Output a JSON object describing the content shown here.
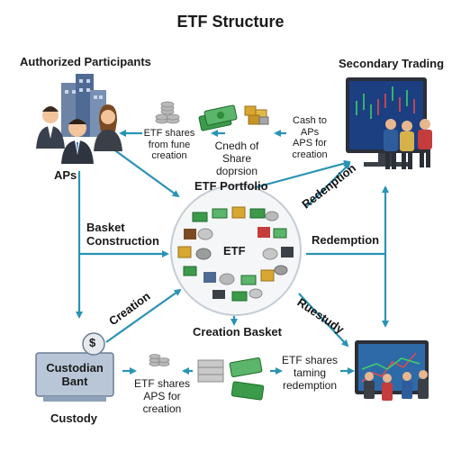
{
  "title": "ETF Structure",
  "nodes": {
    "authorized_participants": {
      "heading": "Authorized Participants",
      "label": "APs"
    },
    "secondary_trading": {
      "heading": "Secondary Trading"
    },
    "etf_portfolio": {
      "heading": "ETF Portfolio",
      "center_label": "ETF"
    },
    "creation_basket": {
      "heading": "Creation Basket"
    },
    "custodian": {
      "box_label": "Custodian\nBant",
      "label": "Custody",
      "coin_symbol": "$"
    }
  },
  "labels": {
    "etf_shares_from": "ETF shares\nfrom fune\ncreation",
    "cnedh_share": "Cnedh of\nShare doprsion",
    "cash_to_aps": "Cash to\nAPs\nAPS for\ncreation",
    "basket_construction": "Basket\nConstruction",
    "redemption_diag": "Redenption",
    "redemption": "Redemption",
    "creation": "Creation",
    "ruestudy": "Ruestudy",
    "etf_shares_aps": "ETF shares\nAPS for\ncreation",
    "etf_shares_taming": "ETF shares\ntaming\nredemption"
  },
  "colors": {
    "arrow": "#2a93b5",
    "building": "#5a6f8c",
    "screen": "#1c3f82",
    "money": "#2e8b3c"
  }
}
